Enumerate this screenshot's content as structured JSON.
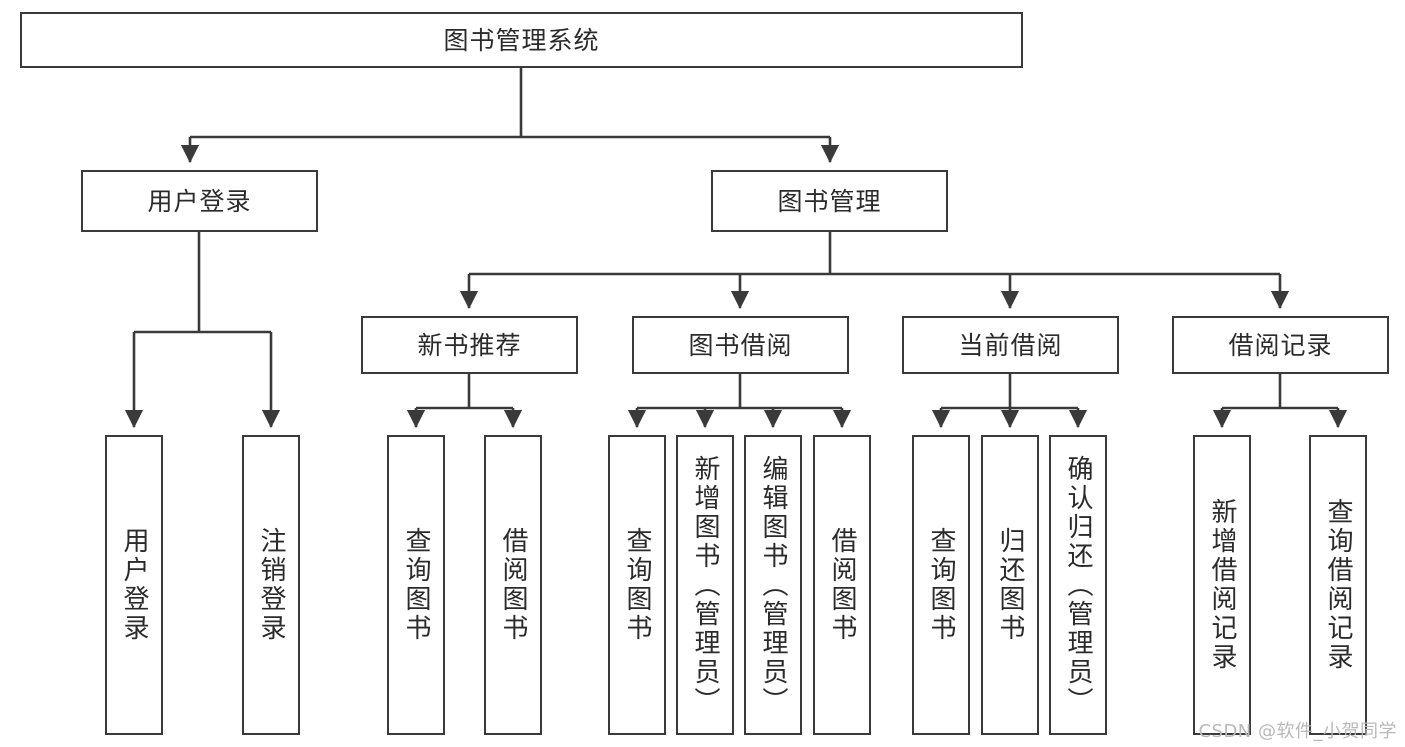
{
  "diagram": {
    "type": "tree-hierarchy-chart",
    "title": "图书管理系统",
    "watermark": "CSDN @软件_小贺同学",
    "colors": {
      "node_border": "#3a3a3a",
      "node_fill": "#ffffff",
      "edge": "#3a3a3a",
      "text": "#2b2b2b",
      "watermark": "#b9b9b9",
      "background": "#ffffff"
    },
    "root": {
      "id": "root",
      "label": "图书管理系统"
    },
    "level2": [
      {
        "id": "user-login",
        "label": "用户登录"
      },
      {
        "id": "book-manage",
        "label": "图书管理"
      }
    ],
    "level3": [
      {
        "id": "new-book-rec",
        "label": "新书推荐",
        "parent": "book-manage"
      },
      {
        "id": "book-borrow",
        "label": "图书借阅",
        "parent": "book-manage"
      },
      {
        "id": "current-borrow",
        "label": "当前借阅",
        "parent": "book-manage"
      },
      {
        "id": "borrow-record",
        "label": "借阅记录",
        "parent": "book-manage"
      }
    ],
    "leaves": [
      {
        "id": "leaf-user-login",
        "label": "用户登录",
        "parent": "user-login"
      },
      {
        "id": "leaf-user-logout",
        "label": "注销登录",
        "parent": "user-login"
      },
      {
        "id": "leaf-rec-query",
        "label": "查询图书",
        "parent": "new-book-rec"
      },
      {
        "id": "leaf-rec-borrow",
        "label": "借阅图书",
        "parent": "new-book-rec"
      },
      {
        "id": "leaf-bb-query",
        "label": "查询图书",
        "parent": "book-borrow"
      },
      {
        "id": "leaf-bb-add",
        "label": "新增图书（管理员）",
        "parent": "book-borrow"
      },
      {
        "id": "leaf-bb-edit",
        "label": "编辑图书（管理员）",
        "parent": "book-borrow"
      },
      {
        "id": "leaf-bb-borrow",
        "label": "借阅图书",
        "parent": "book-borrow"
      },
      {
        "id": "leaf-cb-query",
        "label": "查询图书",
        "parent": "current-borrow"
      },
      {
        "id": "leaf-cb-return",
        "label": "归还图书",
        "parent": "current-borrow"
      },
      {
        "id": "leaf-cb-confirm",
        "label": "确认归还（管理员）",
        "parent": "current-borrow"
      },
      {
        "id": "leaf-br-add",
        "label": "新增借阅记录",
        "parent": "borrow-record"
      },
      {
        "id": "leaf-br-query",
        "label": "查询借阅记录",
        "parent": "borrow-record"
      }
    ]
  }
}
